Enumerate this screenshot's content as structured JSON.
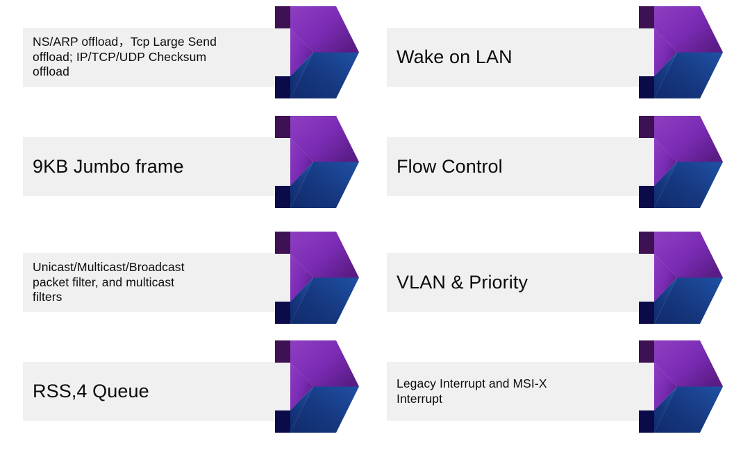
{
  "slide": {
    "background_color": "#FFFFFF",
    "layout": "two-column chevron feature list",
    "columns": 2,
    "rows": 4
  },
  "theme": {
    "plate_color": "#F0F0F0",
    "text_color": "#0B0B0B",
    "chevron_purple_light": "#8E3EC0",
    "chevron_purple": "#7B2CB5",
    "chevron_purple_dark": "#5B1C86",
    "chevron_purple_wedge": "#3D1152",
    "chevron_blue_light": "#1E4FA0",
    "chevron_blue": "#16377F",
    "chevron_blue_dark": "#102B6B",
    "chevron_blue_wedge": "#0C0B4A"
  },
  "items": [
    {
      "id": "ns-arp-offload",
      "label": "NS/ARP offload，Tcp Large Send\noffload; IP/TCP/UDP Checksum\noffload",
      "size": "size-sm",
      "column": "left",
      "row": 1
    },
    {
      "id": "wake-on-lan",
      "label": "Wake on LAN",
      "size": "size-lg",
      "column": "right",
      "row": 1
    },
    {
      "id": "jumbo-frame",
      "label": "9KB Jumbo frame",
      "size": "size-lg",
      "column": "left",
      "row": 2
    },
    {
      "id": "flow-control",
      "label": "Flow Control",
      "size": "size-lg",
      "column": "right",
      "row": 2
    },
    {
      "id": "packet-filter",
      "label": "Unicast/Multicast/Broadcast\npacket filter, and multicast\nfilters",
      "size": "size-sm",
      "column": "left",
      "row": 3
    },
    {
      "id": "vlan-priority",
      "label": "VLAN & Priority",
      "size": "size-lg",
      "column": "right",
      "row": 3
    },
    {
      "id": "rss-queue",
      "label": "RSS,4 Queue",
      "size": "size-lg",
      "column": "left",
      "row": 4
    },
    {
      "id": "interrupts",
      "label": "Legacy Interrupt and MSI-X\nInterrupt",
      "size": "size-sm",
      "column": "right",
      "row": 4
    }
  ]
}
